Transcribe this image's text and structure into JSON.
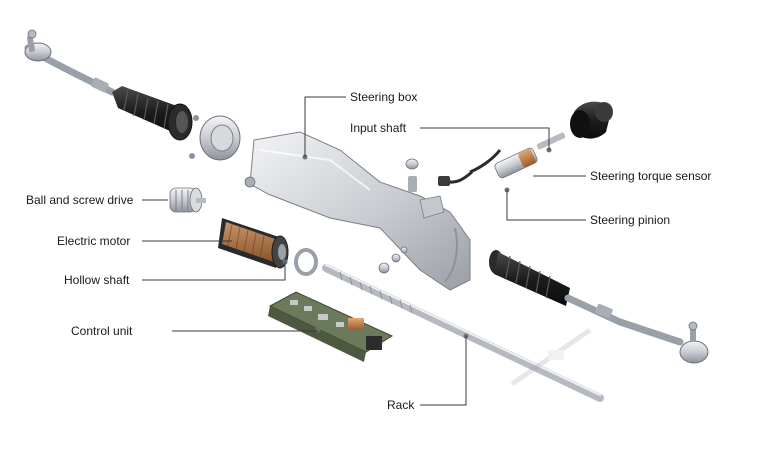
{
  "labels": {
    "steering_box": "Steering box",
    "input_shaft": "Input shaft",
    "steering_torque_sensor": "Steering torque sensor",
    "steering_pinion": "Steering pinion",
    "ball_and_screw_drive": "Ball and screw drive",
    "electric_motor": "Electric motor",
    "hollow_shaft": "Hollow shaft",
    "control_unit": "Control unit",
    "rack": "Rack"
  },
  "colors": {
    "leader_line": "#3a3a3a",
    "metal_light": "#e3e5e8",
    "metal_mid": "#b9bdc3",
    "metal_dark": "#7b8088",
    "rubber": "#1c1c1c",
    "copper": "#c8844a",
    "pcb_green": "#5a6b4d"
  }
}
